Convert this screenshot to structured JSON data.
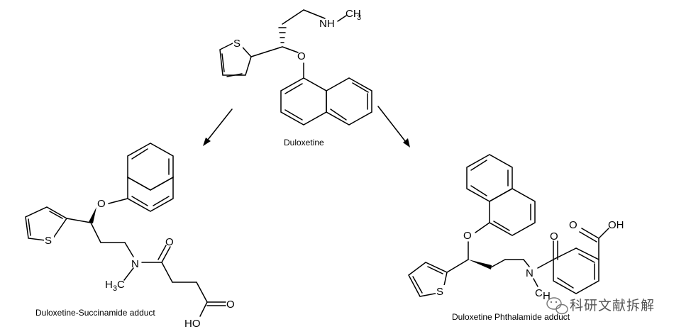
{
  "captions": {
    "center": "Duloxetine",
    "left": "Duloxetine-Succinamide adduct",
    "right": "Duloxetine Phthalamide adduct"
  },
  "atoms": {
    "S": "S",
    "O": "O",
    "N": "N",
    "NH": "NH",
    "C": "C",
    "H": "H",
    "OH": "OH",
    "HO": "HO",
    "CH3": "CH",
    "sub3": "3"
  },
  "watermark": {
    "text": "科研文献拆解",
    "icon": "wechat-icon"
  }
}
